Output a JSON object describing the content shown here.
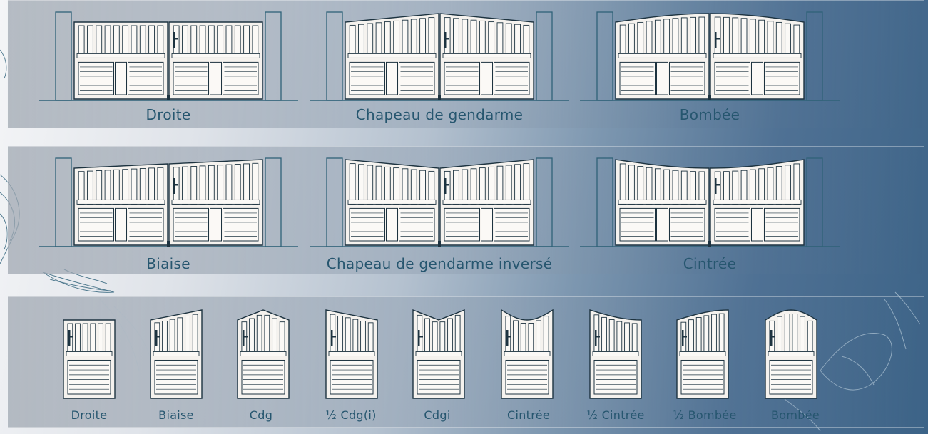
{
  "colors": {
    "label": "#26566f",
    "outline": "#1d3340",
    "pillar": "#2f6278",
    "gate_fill": "#f5f2ee"
  },
  "rows": [
    {
      "id": "double-gates-1",
      "items": [
        {
          "label": "Droite",
          "shape": "droite"
        },
        {
          "label": "Chapeau de gendarme",
          "shape": "chapeau"
        },
        {
          "label": "Bombée",
          "shape": "bombee"
        }
      ]
    },
    {
      "id": "double-gates-2",
      "items": [
        {
          "label": "Biaise",
          "shape": "biaise"
        },
        {
          "label": "Chapeau de gendarme inversé",
          "shape": "chapeau_inverse"
        },
        {
          "label": "Cintrée",
          "shape": "cintree"
        }
      ]
    },
    {
      "id": "pedestrian-gates",
      "items": [
        {
          "label": "Droite",
          "shape": "droite"
        },
        {
          "label": "Biaise",
          "shape": "biaise"
        },
        {
          "label": "Cdg",
          "shape": "cdg"
        },
        {
          "label": "½ Cdg(i)",
          "shape": "half_cdgi"
        },
        {
          "label": "Cdgi",
          "shape": "cdgi"
        },
        {
          "label": "Cintrée",
          "shape": "cintree"
        },
        {
          "label": "½ Cintrée",
          "shape": "half_cintree"
        },
        {
          "label": "½ Bombée",
          "shape": "half_bombee"
        },
        {
          "label": "Bombée",
          "shape": "bombee"
        }
      ]
    }
  ]
}
